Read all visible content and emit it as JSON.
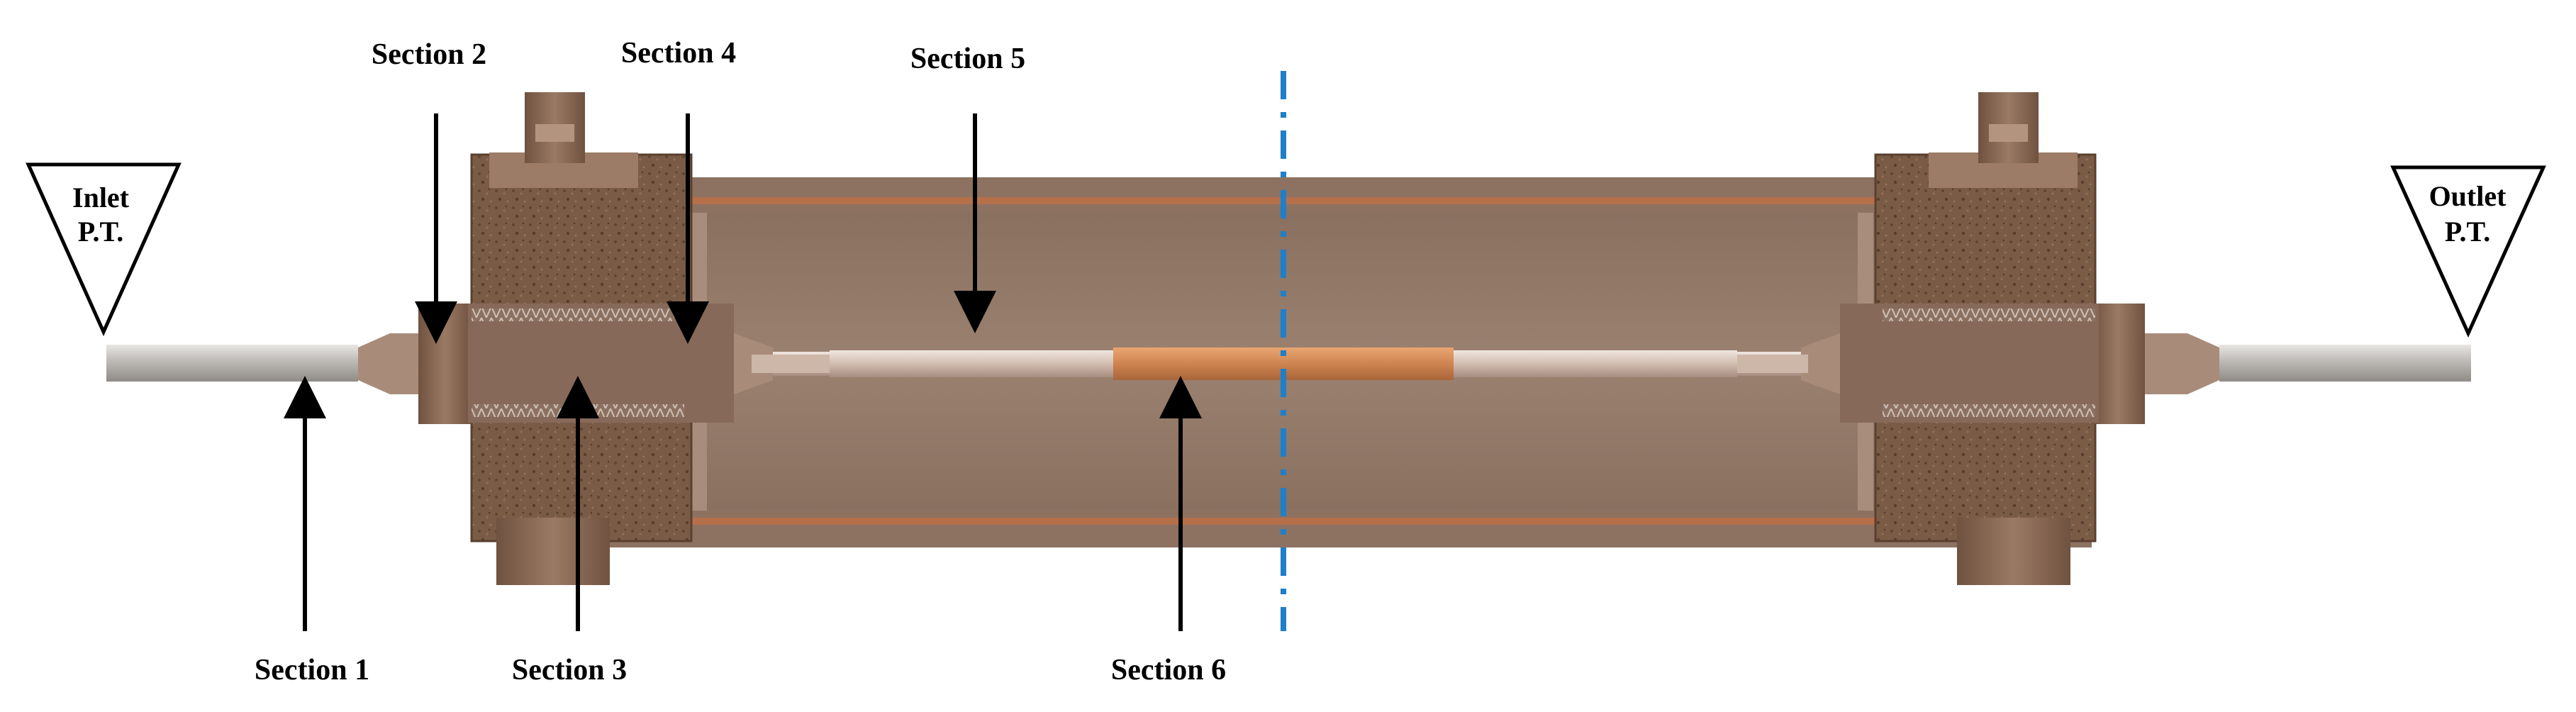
{
  "inlet": {
    "line1": "Inlet",
    "line2": "P.T."
  },
  "outlet": {
    "line1": "Outlet",
    "line2": "P.T."
  },
  "sections": {
    "s1": "Section 1",
    "s2": "Section 2",
    "s3": "Section 3",
    "s4": "Section 4",
    "s5": "Section 5",
    "s6": "Section 6"
  },
  "colors": {
    "housing": "#8b6f5c",
    "fitting": "#7d5e44",
    "tube": "#bfbcb8",
    "heated_section": "#d08a55",
    "liner": "#b5704a",
    "centerline": "#1f7fc9",
    "arrow": "#000000"
  }
}
